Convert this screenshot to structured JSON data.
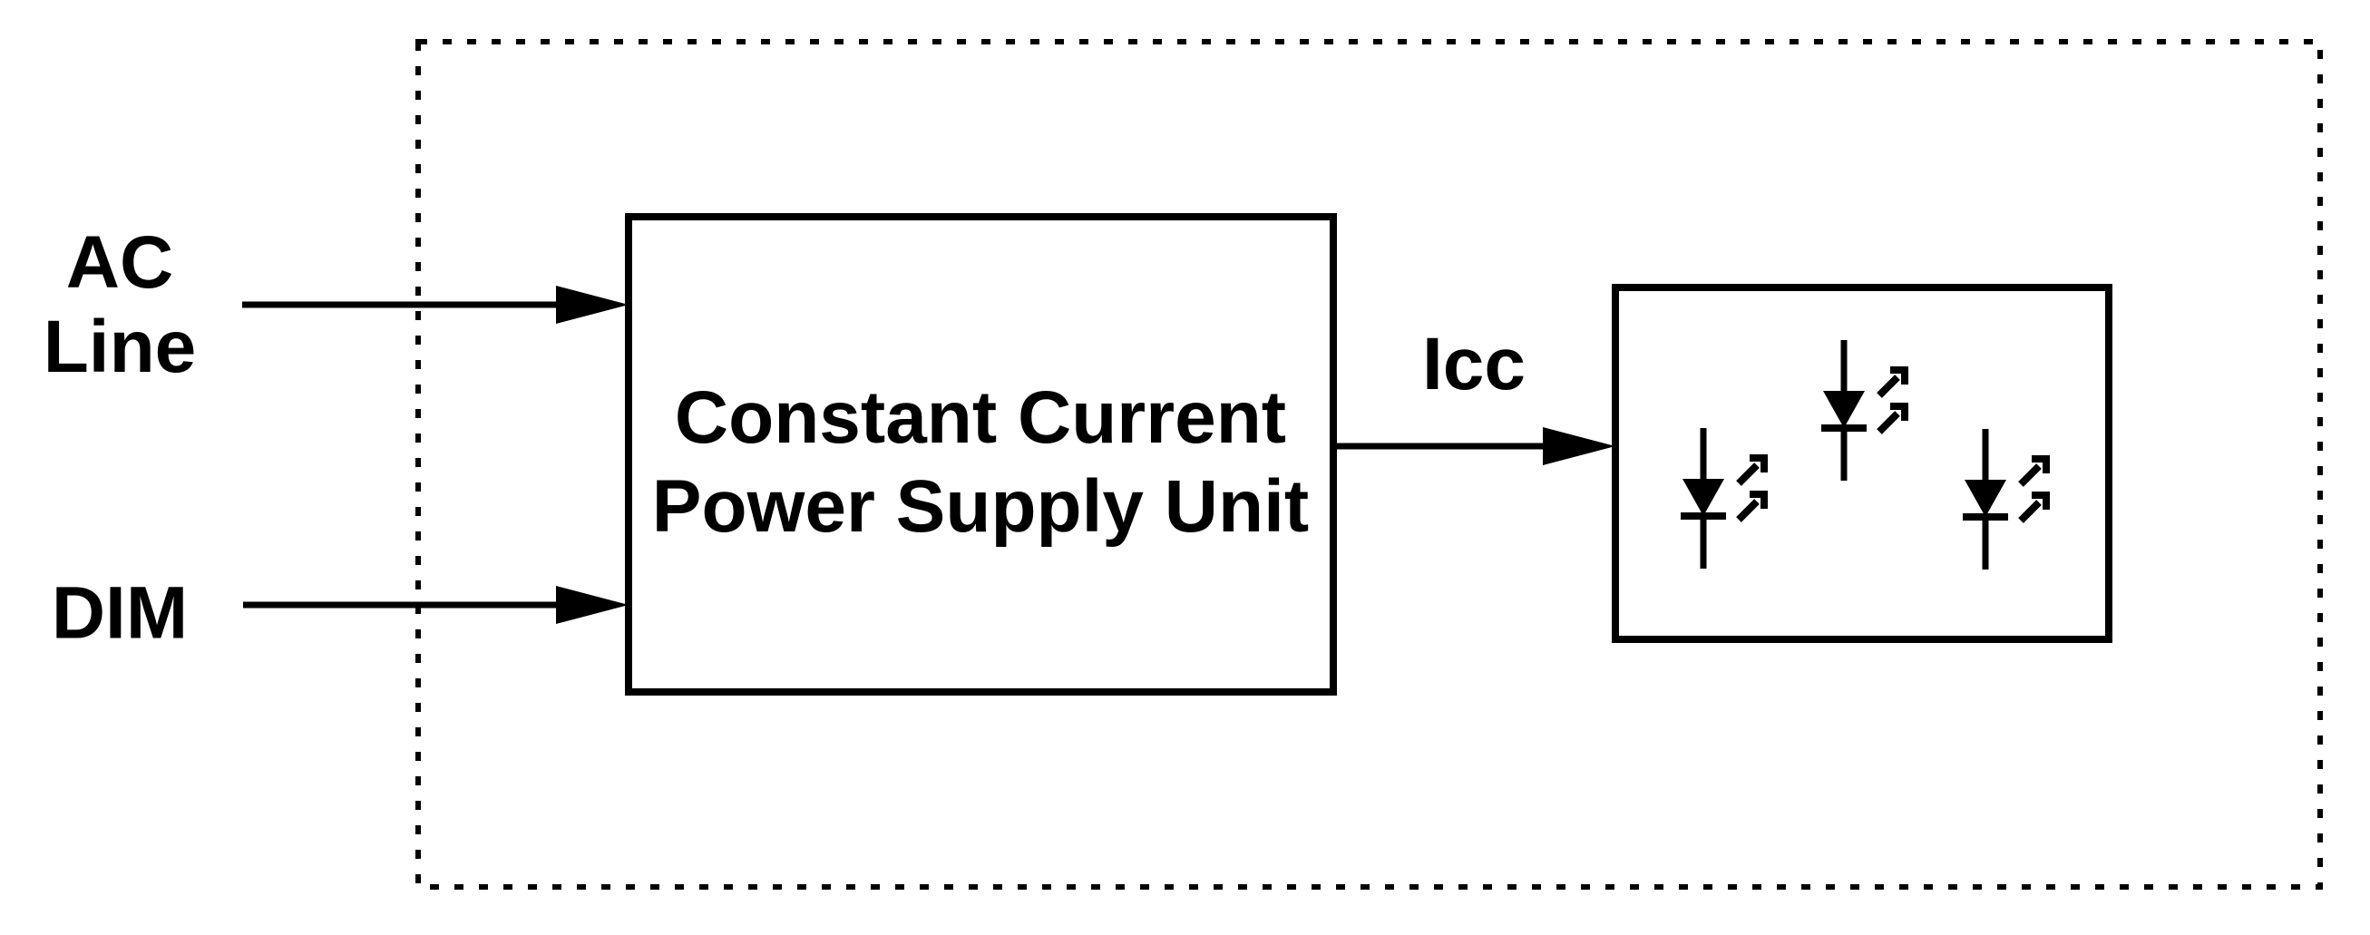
{
  "labels": {
    "ac_line": "AC\nLine",
    "dim": "DIM",
    "icc": "Icc",
    "psu": "Constant Current\nPower Supply Unit"
  },
  "icons": {
    "led": "led-diode-with-light-emission-arrows-icon",
    "led_count": 3
  },
  "colors": {
    "ink": "#000000",
    "background": "#ffffff"
  }
}
